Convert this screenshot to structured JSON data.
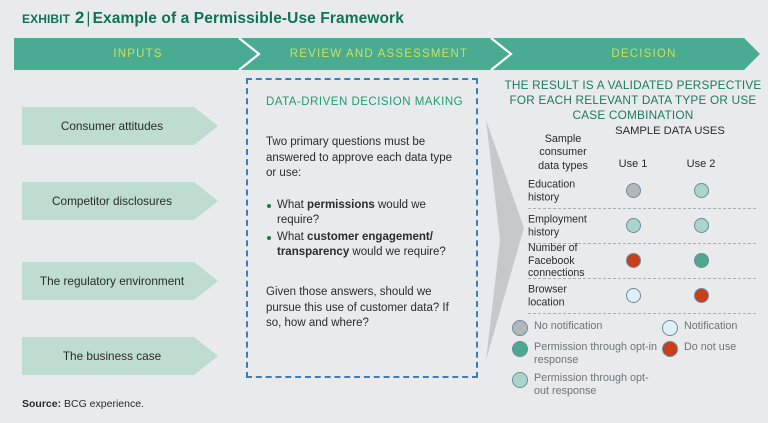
{
  "title": {
    "exhibit_label": "Exhibit 2",
    "separator": "|",
    "text": "Example of a Permissible-Use Framework"
  },
  "banner": {
    "phases": [
      {
        "label": "INPUTS"
      },
      {
        "label": "REVIEW AND ASSESSMENT"
      },
      {
        "label": "DECISION"
      }
    ],
    "fill_color": "#4aab93",
    "text_color": "#cbe05a"
  },
  "inputs": {
    "arrow_color": "#bedcd0",
    "items": [
      {
        "label": "Consumer attitudes"
      },
      {
        "label": "Competitor disclosures"
      },
      {
        "label": "The regulatory environment"
      },
      {
        "label": "The business case"
      }
    ]
  },
  "decision_panel": {
    "border_color": "#3b7fbf",
    "title": "DATA-DRIVEN DECISION MAKING",
    "intro": "Two primary questions must be answered to approve each data type or use:",
    "questions": [
      {
        "pre": "What ",
        "bold": "permissions",
        "post": " would we require?"
      },
      {
        "pre": "What ",
        "bold": "customer engagement/ transparency",
        "post": " would we require?"
      }
    ],
    "outro": "Given those answers, should we pursue this use of customer data? If so, how and where?"
  },
  "result": {
    "heading": "THE RESULT IS A VALIDATED PERSPECTIVE FOR EACH RELEVANT DATA TYPE OR USE CASE COMBINATION",
    "heading_color": "#1f7a5e",
    "col_header_types": "Sample consumer data types",
    "col_header_uses": "SAMPLE DATA USES",
    "use_headers": [
      "Use 1",
      "Use 2"
    ],
    "rows": [
      {
        "label": "Education history",
        "use1": "no-notification",
        "use2": "opt-out"
      },
      {
        "label": "Employment history",
        "use1": "opt-out",
        "use2": "opt-out"
      },
      {
        "label": "Number of Facebook connections",
        "use1": "do-not-use",
        "use2": "opt-in"
      },
      {
        "label": "Browser location",
        "use1": "notification",
        "use2": "do-not-use"
      }
    ]
  },
  "legend": {
    "left": [
      {
        "key": "no-notification",
        "label": "No notification"
      },
      {
        "key": "opt-in",
        "label": "Permission through opt-in response"
      },
      {
        "key": "opt-out",
        "label": "Permission through opt-out response"
      }
    ],
    "right": [
      {
        "key": "notification",
        "label": "Notification"
      },
      {
        "key": "do-not-use",
        "label": "Do not use"
      }
    ]
  },
  "swatch_colors": {
    "no-notification": "#b3b7b9",
    "notification": "#ddf0f8",
    "opt-in": "#4ca98f",
    "opt-out": "#a9d6c9",
    "do-not-use": "#c8401a"
  },
  "source": {
    "label": "Source:",
    "text": " BCG experience."
  }
}
